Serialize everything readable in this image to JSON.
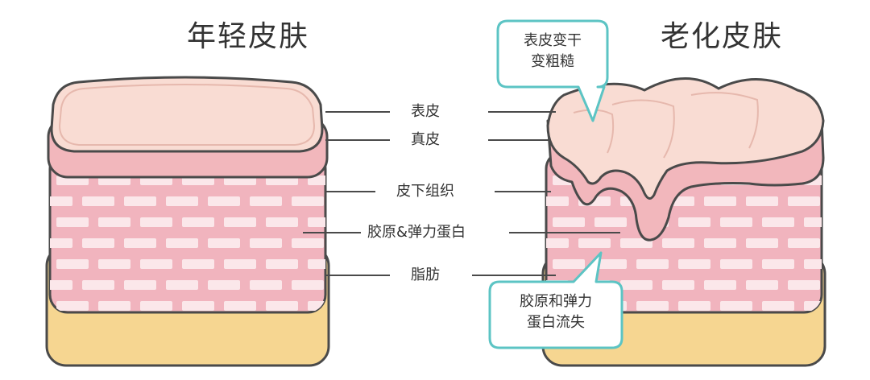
{
  "titles": {
    "young": "年轻皮肤",
    "aged": "老化皮肤"
  },
  "layers": {
    "epidermis": "表皮",
    "dermis": "真皮",
    "subcutaneous": "皮下组织",
    "collagen": "胶原&弹力蛋白",
    "fat": "脂肪"
  },
  "callouts": {
    "top": {
      "line1": "表皮变干",
      "line2": "变粗糙"
    },
    "bottom": {
      "line1": "胶原和弹力",
      "line2": "蛋白流失"
    }
  },
  "colors": {
    "outline": "#4a4a4a",
    "epidermis": "#f9dcd3",
    "dermis": "#f2b7bc",
    "brick_fill": "#f1b4be",
    "brick": "#fbe7ea",
    "fat": "#f6d691",
    "callout_border": "#5cc4c4"
  }
}
